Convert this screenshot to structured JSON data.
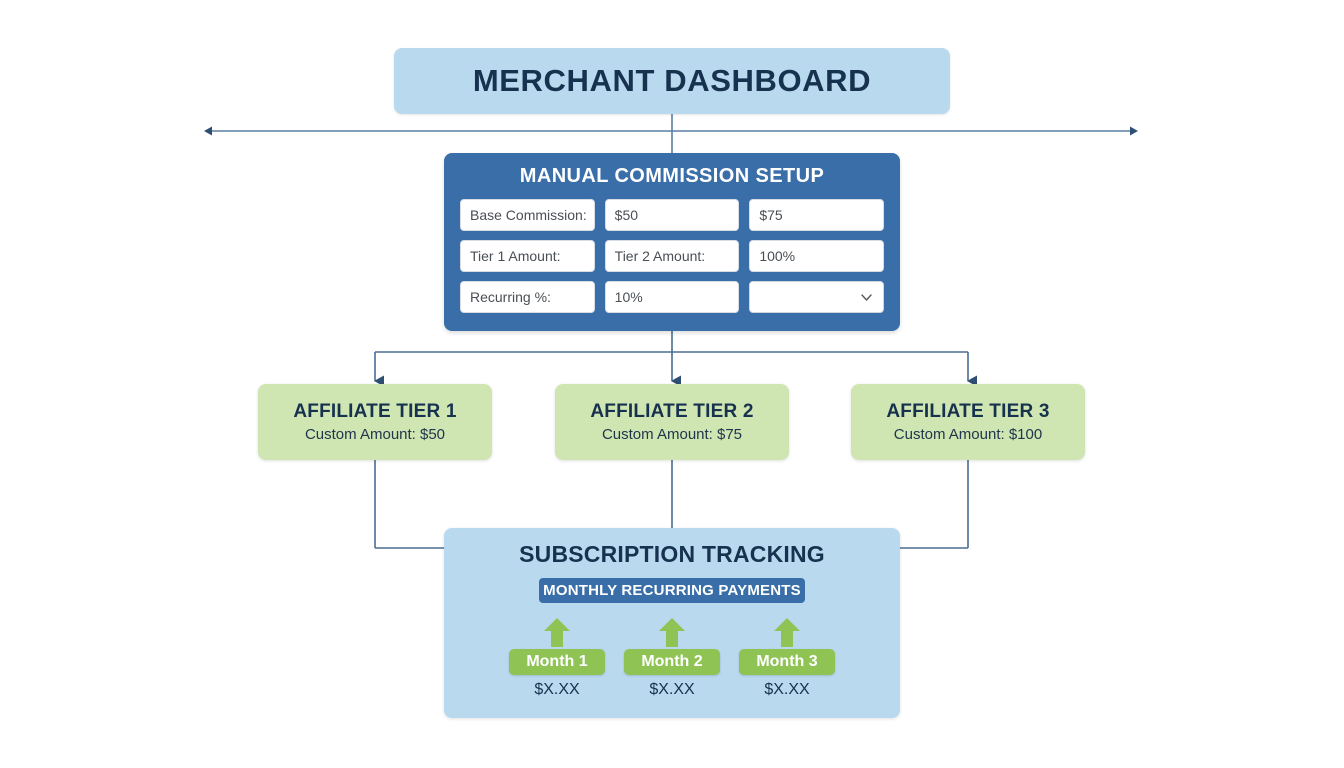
{
  "header": {
    "title": "MERCHANT DASHBOARD"
  },
  "commission_setup": {
    "title": "MANUAL COMMISSION SETUP",
    "fields": [
      {
        "name": "base-commission-label",
        "value": "Base Commission:",
        "type": "text"
      },
      {
        "name": "base-commission-value",
        "value": "$50",
        "type": "text"
      },
      {
        "name": "base-commission-alt-value",
        "value": "$75",
        "type": "text"
      },
      {
        "name": "tier-1-amount-label",
        "value": "Tier 1 Amount:",
        "type": "text"
      },
      {
        "name": "tier-2-amount-label",
        "value": "Tier 2 Amount:",
        "type": "text"
      },
      {
        "name": "tier-3-percent-value",
        "value": "100%",
        "type": "text"
      },
      {
        "name": "recurring-percent-label",
        "value": "Recurring %:",
        "type": "text"
      },
      {
        "name": "recurring-percent-value",
        "value": "10%",
        "type": "text"
      },
      {
        "name": "commission-type-select",
        "value": "",
        "type": "select",
        "icon": "chevron-down-icon"
      }
    ]
  },
  "tiers": [
    {
      "title": "AFFILIATE TIER 1",
      "subtitle": "Custom Amount: $50"
    },
    {
      "title": "AFFILIATE TIER 2",
      "subtitle": "Custom Amount: $75"
    },
    {
      "title": "AFFILIATE TIER 3",
      "subtitle": "Custom Amount: $100"
    }
  ],
  "subscription": {
    "title": "SUBSCRIPTION TRACKING",
    "badge": "MONTHLY RECURRING PAYMENTS",
    "months": [
      {
        "label": "Month 1",
        "amount": "$X.XX",
        "icon": "up-arrow-icon"
      },
      {
        "label": "Month 2",
        "amount": "$X.XX",
        "icon": "up-arrow-icon"
      },
      {
        "label": "Month 3",
        "amount": "$X.XX",
        "icon": "up-arrow-icon"
      }
    ]
  },
  "colors": {
    "light_blue": "#b9d9ef",
    "dark_blue": "#3a6ea8",
    "light_green": "#cfe5b2",
    "accent_green": "#8fc455",
    "text_dark": "#17324e",
    "connector": "#4a6d94"
  }
}
